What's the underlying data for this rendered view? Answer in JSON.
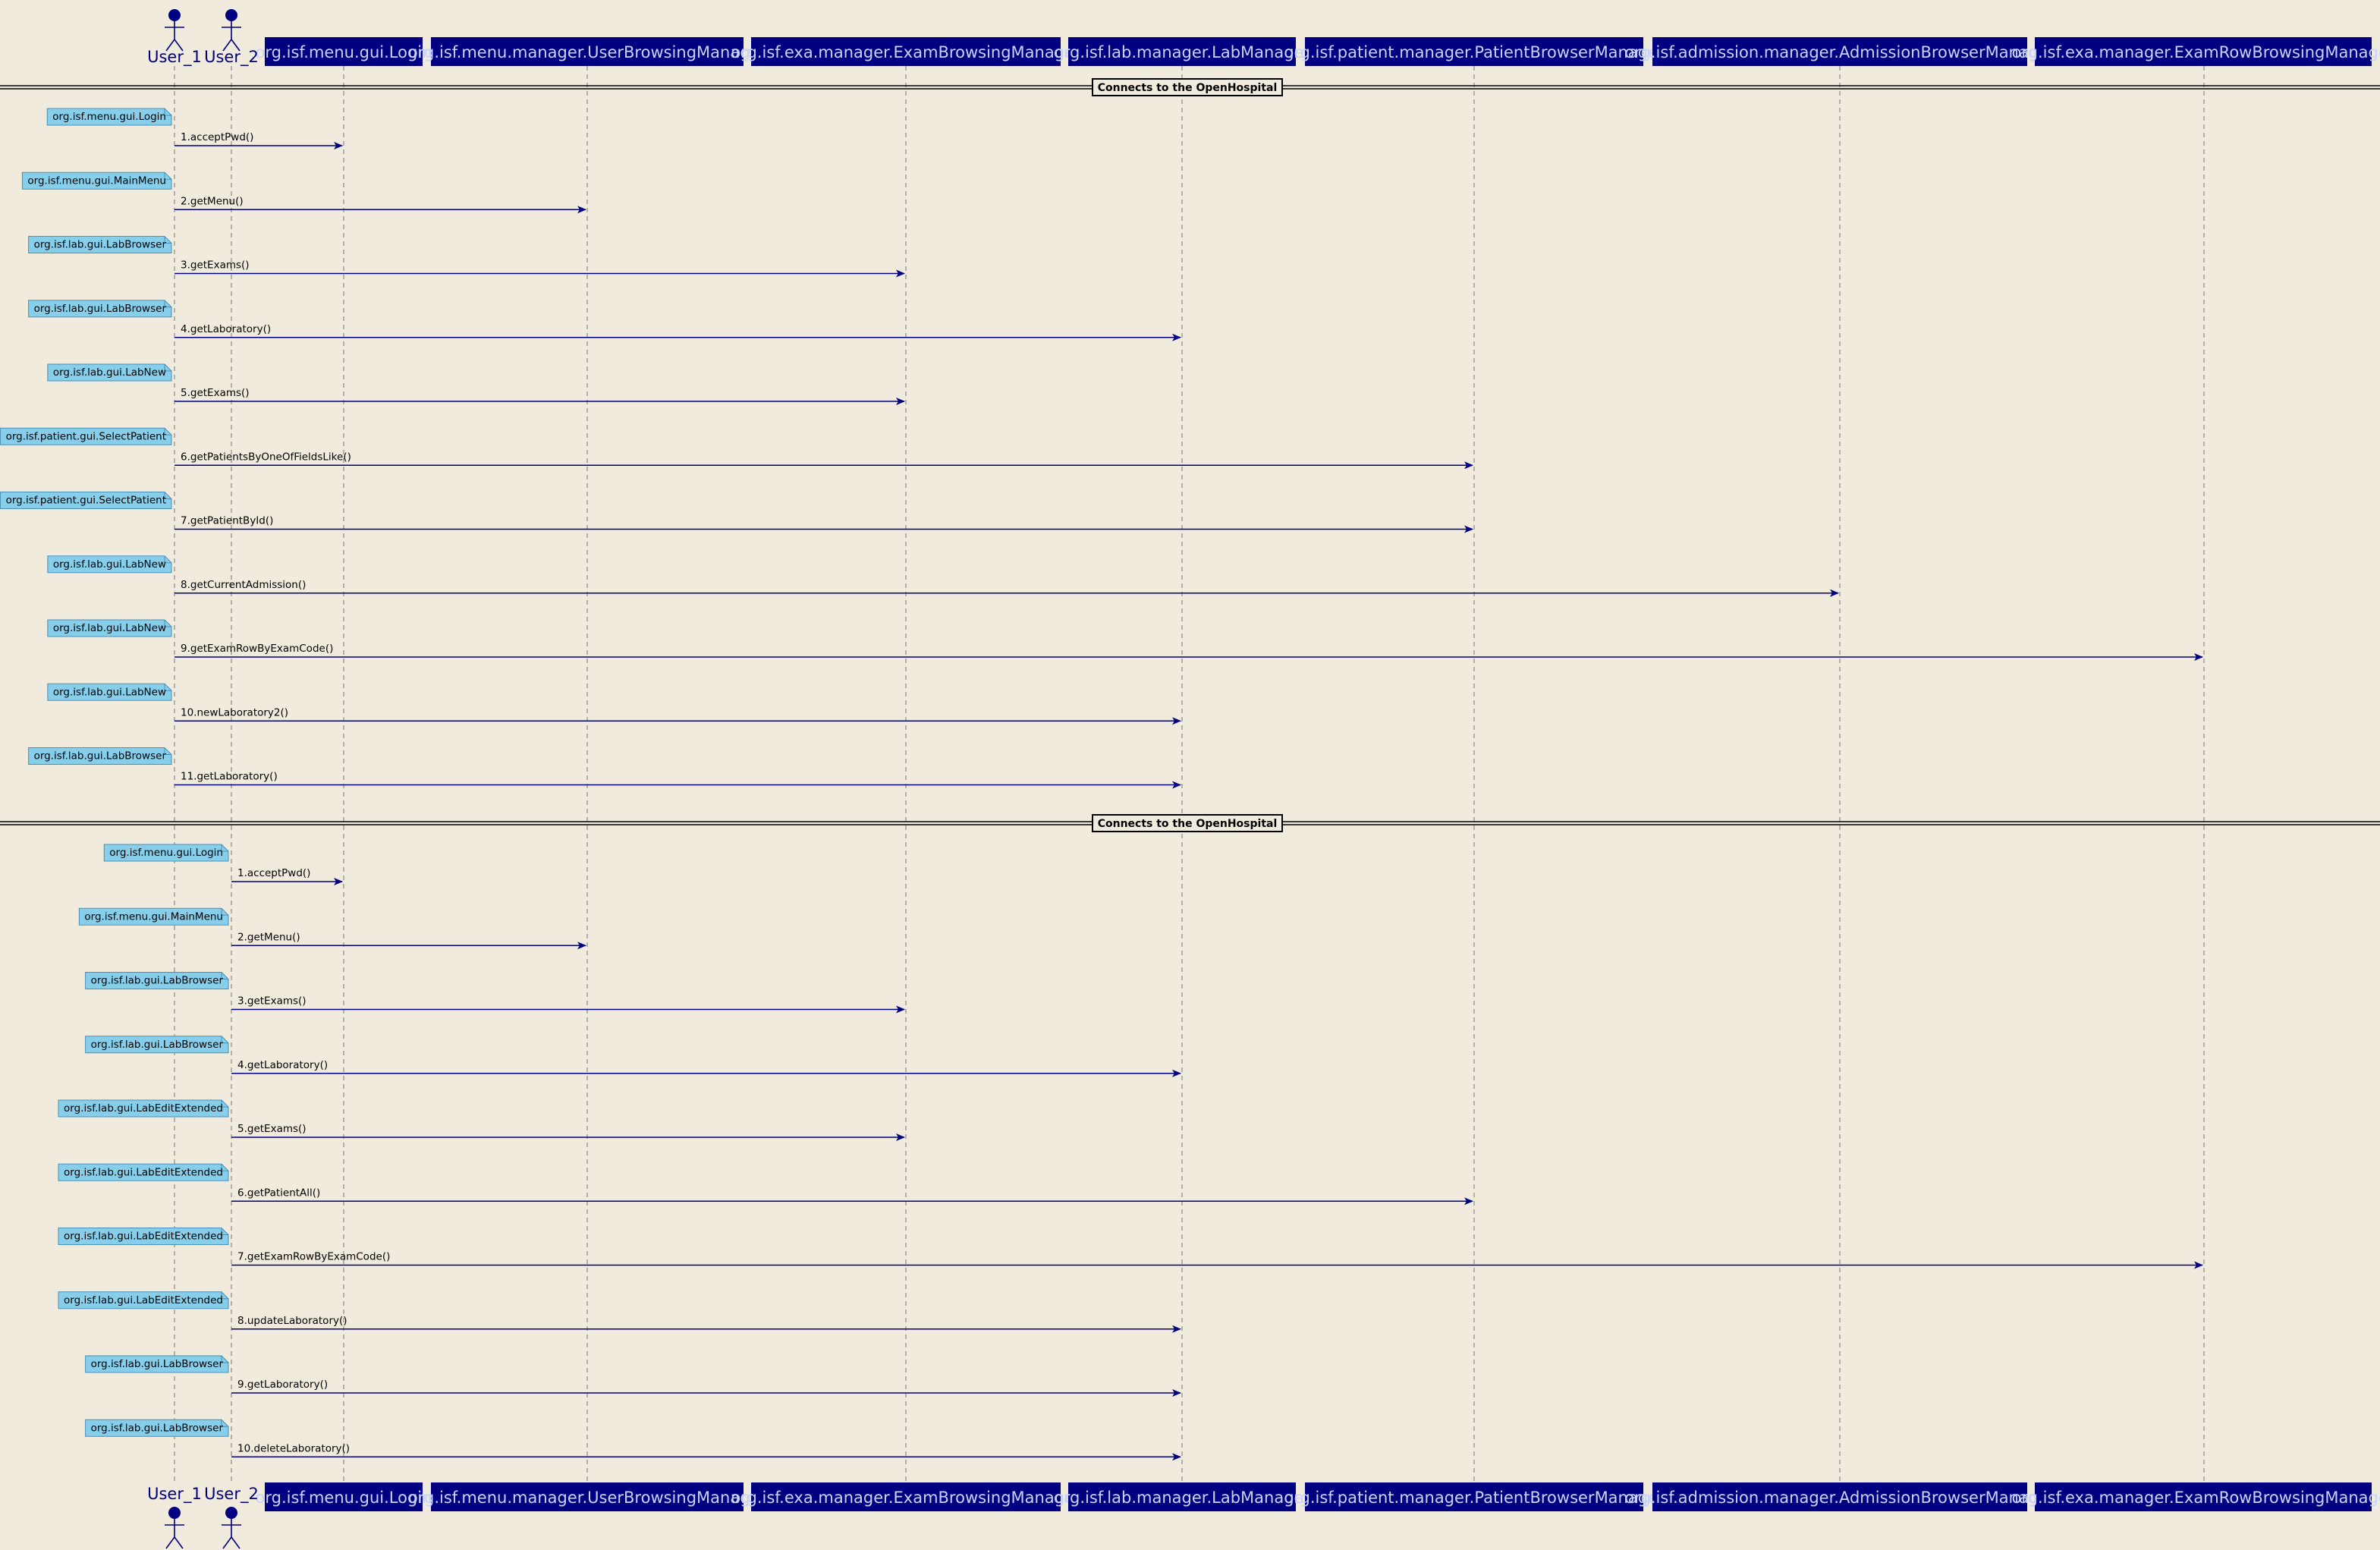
{
  "actors": [
    {
      "id": "u1",
      "label": "User_1"
    },
    {
      "id": "u2",
      "label": "User_2"
    }
  ],
  "participants": [
    {
      "id": "login",
      "label": "org.isf.menu.gui.Login"
    },
    {
      "id": "ubm",
      "label": "org.isf.menu.manager.UserBrowsingManager"
    },
    {
      "id": "ebm",
      "label": "org.isf.exa.manager.ExamBrowsingManager"
    },
    {
      "id": "lab",
      "label": "org.isf.lab.manager.LabManager"
    },
    {
      "id": "pbm",
      "label": "org.isf.patient.manager.PatientBrowserManager"
    },
    {
      "id": "abm",
      "label": "org.isf.admission.manager.AdmissionBrowserManager"
    },
    {
      "id": "erbm",
      "label": "org.isf.exa.manager.ExamRowBrowsingManager"
    }
  ],
  "sections": [
    {
      "title": "Connects to the OpenHospital",
      "from": "u1",
      "messages": [
        {
          "note": "org.isf.menu.gui.Login",
          "label": "1.acceptPwd()",
          "to": "login"
        },
        {
          "note": "org.isf.menu.gui.MainMenu",
          "label": "2.getMenu()",
          "to": "ubm"
        },
        {
          "note": "org.isf.lab.gui.LabBrowser",
          "label": "3.getExams()",
          "to": "ebm"
        },
        {
          "note": "org.isf.lab.gui.LabBrowser",
          "label": "4.getLaboratory()",
          "to": "lab"
        },
        {
          "note": "org.isf.lab.gui.LabNew",
          "label": "5.getExams()",
          "to": "ebm"
        },
        {
          "note": "org.isf.patient.gui.SelectPatient",
          "label": "6.getPatientsByOneOfFieldsLike()",
          "to": "pbm"
        },
        {
          "note": "org.isf.patient.gui.SelectPatient",
          "label": "7.getPatientById()",
          "to": "pbm"
        },
        {
          "note": "org.isf.lab.gui.LabNew",
          "label": "8.getCurrentAdmission()",
          "to": "abm"
        },
        {
          "note": "org.isf.lab.gui.LabNew",
          "label": "9.getExamRowByExamCode()",
          "to": "erbm"
        },
        {
          "note": "org.isf.lab.gui.LabNew",
          "label": "10.newLaboratory2()",
          "to": "lab"
        },
        {
          "note": "org.isf.lab.gui.LabBrowser",
          "label": "11.getLaboratory()",
          "to": "lab"
        }
      ]
    },
    {
      "title": "Connects to the OpenHospital",
      "from": "u2",
      "messages": [
        {
          "note": "org.isf.menu.gui.Login",
          "label": "1.acceptPwd()",
          "to": "login"
        },
        {
          "note": "org.isf.menu.gui.MainMenu",
          "label": "2.getMenu()",
          "to": "ubm"
        },
        {
          "note": "org.isf.lab.gui.LabBrowser",
          "label": "3.getExams()",
          "to": "ebm"
        },
        {
          "note": "org.isf.lab.gui.LabBrowser",
          "label": "4.getLaboratory()",
          "to": "lab"
        },
        {
          "note": "org.isf.lab.gui.LabEditExtended",
          "label": "5.getExams()",
          "to": "ebm"
        },
        {
          "note": "org.isf.lab.gui.LabEditExtended",
          "label": "6.getPatientAll()",
          "to": "pbm"
        },
        {
          "note": "org.isf.lab.gui.LabEditExtended",
          "label": "7.getExamRowByExamCode()",
          "to": "erbm"
        },
        {
          "note": "org.isf.lab.gui.LabEditExtended",
          "label": "8.updateLaboratory()",
          "to": "lab"
        },
        {
          "note": "org.isf.lab.gui.LabBrowser",
          "label": "9.getLaboratory()",
          "to": "lab"
        },
        {
          "note": "org.isf.lab.gui.LabBrowser",
          "label": "10.deleteLaboratory()",
          "to": "lab"
        }
      ]
    }
  ],
  "colors": {
    "background": "#f0ebdc",
    "participant_fill": "#000080",
    "participant_text": "#c8d4ff",
    "actor": "#000080",
    "arrow": "#000080",
    "note_fill": "#87ceeb",
    "note_border": "#4a90b8",
    "lifeline": "#8a8a8a",
    "text": "#000000"
  }
}
